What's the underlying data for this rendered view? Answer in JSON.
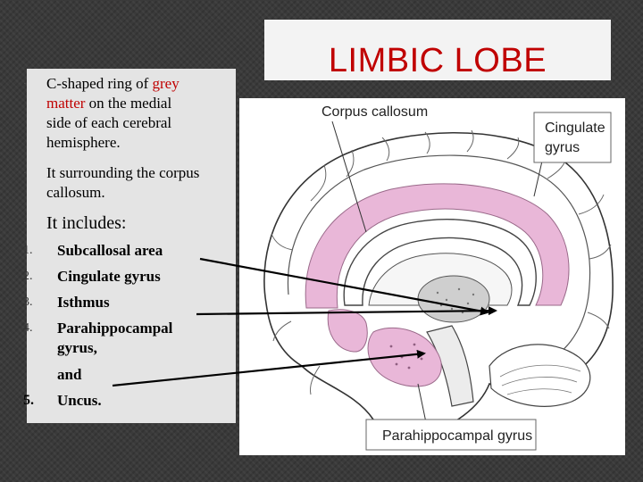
{
  "slide": {
    "title": "LIMBIC LOBE",
    "bullets": [
      {
        "pre": "C-shaped ring of ",
        "highlight": "grey",
        "highlight2": "matter",
        "post": " on the medial side of each cerebral hemisphere."
      },
      {
        "text": "It surrounding the corpus callosum."
      },
      {
        "text": "It includes:"
      }
    ],
    "bullet1_lines": [
      "C-shaped ring of ",
      "grey",
      "matter",
      " on the medial",
      "side of each cerebral",
      "hemisphere."
    ],
    "bullet2_lines": [
      "It surrounding the corpus",
      "callosum."
    ],
    "includes_label": "It includes:",
    "items": [
      {
        "num": "1.",
        "label": "Subcallosal area"
      },
      {
        "num": "2.",
        "label": "Cingulate gyrus"
      },
      {
        "num": "3.",
        "label": "Isthmus"
      },
      {
        "num": "4.",
        "label": "Parahippocampal"
      },
      {
        "num": "",
        "label": "gyrus,"
      },
      {
        "num": "",
        "label": "and"
      },
      {
        "num": "5.",
        "label": "Uncus."
      }
    ]
  },
  "figure": {
    "labels": {
      "corpus_callosum": "Corpus callosum",
      "cingulate": [
        "Cingulate",
        "gyrus"
      ],
      "parahippocampal": "Parahippocampal gyrus"
    },
    "colors": {
      "limbic_pink": "#e9b7d8",
      "accent_red": "#c00000"
    }
  }
}
